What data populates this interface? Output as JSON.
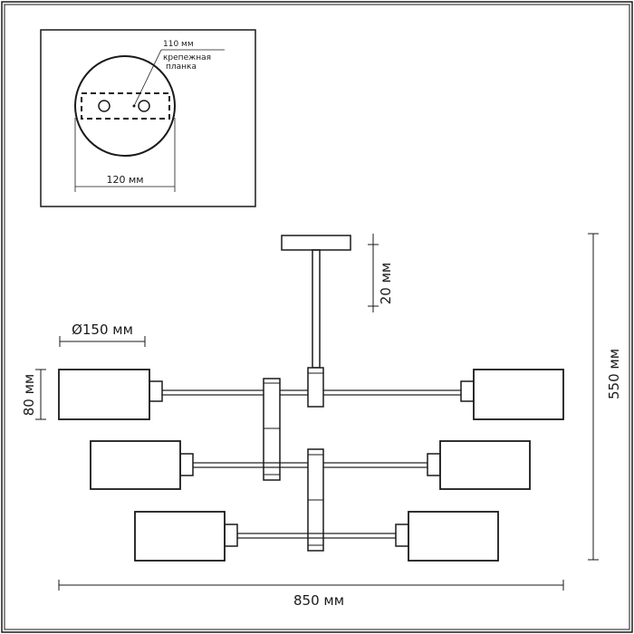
{
  "inset": {
    "dim_top": "110 мм",
    "note_line1": "крепежная",
    "note_line2": "планка",
    "dim_bottom": "120 мм"
  },
  "main": {
    "dim_shade_diameter": "Ø150 мм",
    "dim_shade_height": "80 мм",
    "dim_rod": "20 мм",
    "dim_total_height": "550 мм",
    "dim_total_width": "850 мм"
  }
}
